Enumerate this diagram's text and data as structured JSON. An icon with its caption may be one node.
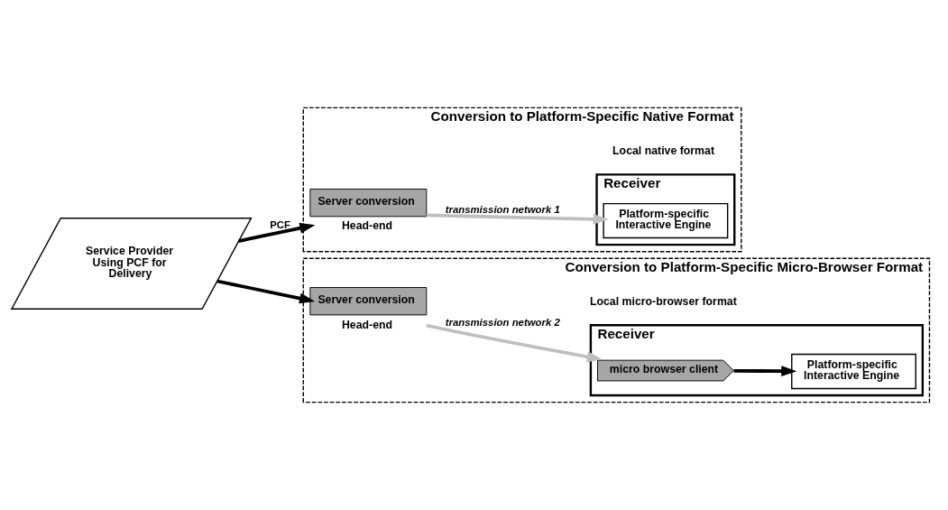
{
  "diagram": {
    "nodes": [
      {
        "text": [
          "Service Provider Using PCF for Delivery"
        ]
      },
      {
        "text": [
          "Conversion to Platform-Specific Native Format"
        ]
      },
      {
        "text": [
          "Server conversion"
        ],
        "in": 1,
        "beside": [
          "Head-end"
        ]
      },
      {
        "text": [
          "Receiver"
        ],
        "in": 1
      },
      {
        "text": [
          "Platform-specific Interactive Engine"
        ],
        "in": 3
      },
      {
        "text": [
          "Conversion to Platform-Specific Micro-Browser Format"
        ]
      },
      {
        "text": [
          "Server conversion"
        ],
        "in": 5,
        "beside": [
          "Head-end"
        ]
      },
      {
        "text": [
          "Receiver"
        ],
        "in": 5
      },
      {
        "text": [
          "micro browser client"
        ],
        "in": 7
      },
      {
        "text": [
          "Platform-specific Interactive Engine"
        ],
        "in": 7
      }
    ],
    "edges": [
      {
        "from": 0,
        "to": 2,
        "arrow": "to",
        "label": "PCF"
      },
      {
        "from": 0,
        "to": 6,
        "arrow": "to"
      },
      {
        "from": 2,
        "to": 4,
        "arrow": "to",
        "label": "transmission network 1",
        "color": "#bfbfbf"
      },
      {
        "from": 6,
        "to": 8,
        "arrow": "to",
        "label": "transmission network 2",
        "color": "#bfbfbf"
      },
      {
        "from": 8,
        "to": 9,
        "arrow": "to"
      }
    ],
    "labels": [
      "Local native format",
      "Local micro-browser format"
    ]
  }
}
